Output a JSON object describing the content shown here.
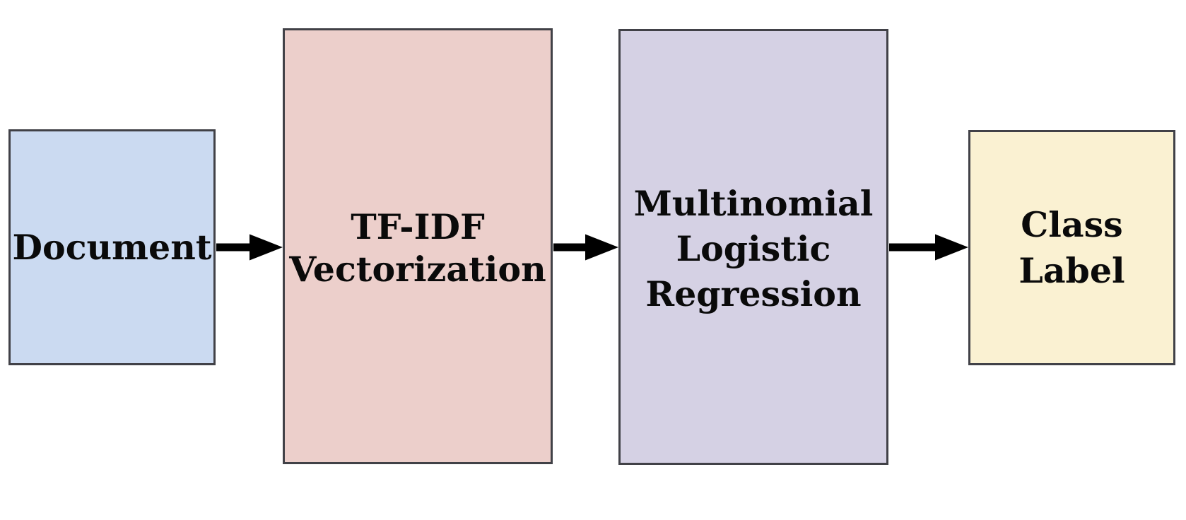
{
  "diagram": {
    "background": "#ffffff",
    "text_color": "#0a0a0a",
    "arrow_color": "#000000",
    "node_border_color": "#414147",
    "nodes": [
      {
        "id": "document",
        "lines": [
          "Document"
        ],
        "fill": "#cbdaf1"
      },
      {
        "id": "tfidf-vectorization",
        "lines": [
          "TF-IDF",
          "Vectorization"
        ],
        "fill": "#eccfcb"
      },
      {
        "id": "multinomial-logistic-regression",
        "lines": [
          "Multinomial",
          "Logistic",
          "Regression"
        ],
        "fill": "#d5d1e4"
      },
      {
        "id": "class-label",
        "lines": [
          "Class",
          "Label"
        ],
        "fill": "#faf1d2"
      }
    ],
    "edges": [
      {
        "from": "document",
        "to": "tfidf-vectorization"
      },
      {
        "from": "tfidf-vectorization",
        "to": "multinomial-logistic-regression"
      },
      {
        "from": "multinomial-logistic-regression",
        "to": "class-label"
      }
    ]
  }
}
